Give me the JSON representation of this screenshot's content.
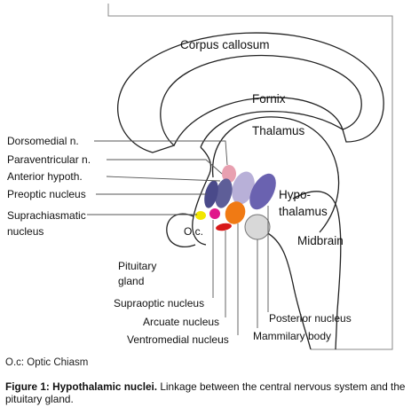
{
  "labels": {
    "corpus_callosum": "Corpus callosum",
    "fornix": "Fornix",
    "thalamus": "Thalamus",
    "hypothalamus_1": "Hypo-",
    "hypothalamus_2": "thalamus",
    "midbrain": "Midbrain",
    "optic_chiasm_abbrev": "O.c.",
    "dorsomedial": "Dorsomedial n.",
    "paraventricular": "Paraventricular n.",
    "anterior_hypoth": "Anterior hypoth.",
    "preoptic": "Preoptic nucleus",
    "suprachiasmatic_1": "Suprachiasmatic",
    "suprachiasmatic_2": "nucleus",
    "pituitary_1": "Pituitary",
    "pituitary_2": "gland",
    "supraoptic": "Supraoptic nucleus",
    "arcuate": "Arcuate nucleus",
    "ventromedial": "Ventromedial nucleus",
    "posterior": "Posterior nucleus",
    "mammilary": "Mammilary body"
  },
  "footnote": "O.c: Optic Chiasm",
  "caption": {
    "title": "Figure 1: Hypothalamic nuclei.",
    "body": " Linkage between the central nervous system and the pituitary gland."
  },
  "colors": {
    "paraventricular": "#e8a0b0",
    "dorsomedial": "#b8b0d8",
    "anterior": "#5e5e98",
    "preoptic": "#4a4a8a",
    "posterior": "#6a62b0",
    "suprachiasmatic": "#f2e600",
    "supraoptic": "#e0188a",
    "ventromedial": "#f07a14",
    "arcuate": "#d81818",
    "mammilary": "#d8d8d8"
  }
}
